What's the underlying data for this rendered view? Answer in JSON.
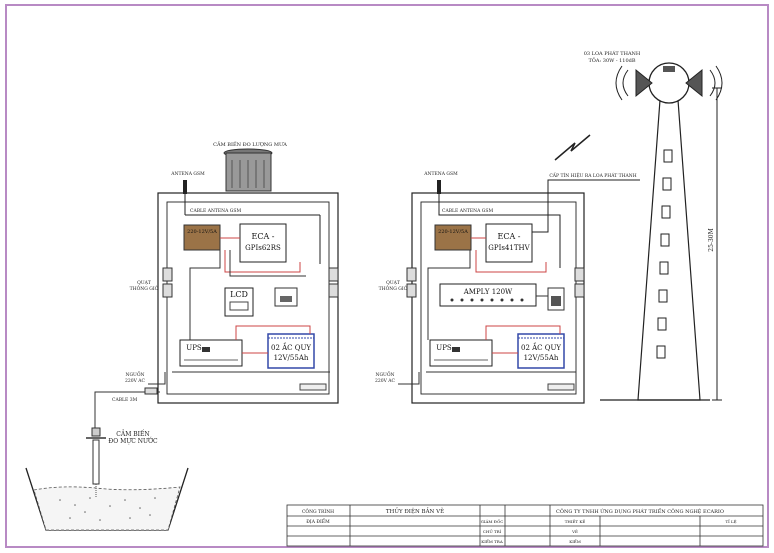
{
  "labels": {
    "rain_sensor": "CẢM BIẾN ĐO LƯỢNG MƯA",
    "antenna_left": "ANTENA GSM",
    "antenna_right": "ANTENA GSM",
    "cable_antenna_left": "CABLE ANTENA GSM",
    "cable_antenna_right": "CABLE ANTENA GSM",
    "psu_left": "220-12V/5A",
    "psu_right": "220-12V/5A",
    "eca_left_l1": "ECA -",
    "eca_left_l2": "GPIs62RS",
    "eca_right_l1": "ECA -",
    "eca_right_l2": "GPIs41THV",
    "lcd": "LCD",
    "ups_left": "UPS",
    "ups_right": "UPS",
    "battery_left_l1": "02 ẮC QUY",
    "battery_left_l2": "12V/55Ah",
    "battery_right_l1": "02 ẮC QUY",
    "battery_right_l2": "12V/55Ah",
    "fan_left_l1": "QUẠT",
    "fan_left_l2": "THÔNG GIÓ",
    "fan_right_l1": "QUẠT",
    "fan_right_l2": "THÔNG GIÓ",
    "power_left_l1": "NGUỒN",
    "power_left_l2": "220V AC",
    "power_right_l1": "NGUỒN",
    "power_right_l2": "220V AC",
    "cable_left": "CABLE 3M",
    "water_sensor_l1": "CẢM BIẾN",
    "water_sensor_l2": "ĐO MỰC NƯỚC",
    "amply": "AMPLY 120W",
    "speaker_cable": "CẤP TÍN HIỆU RA LOA PHÁT THANH",
    "speakers_l1": "03 LOA PHÁT THANH",
    "speakers_l2": "TỎA: 30W - 110dB",
    "tower_height": "25-30M"
  },
  "title_block": {
    "project": "THỦY ĐIỆN BẢN VẼ",
    "company": "CÔNG TY TNHH ỨNG DỤNG PHÁT TRIỂN CÔNG NGHỆ ECARIO",
    "c1": "CÔNG TRÌNH",
    "c2": "ĐỊA ĐIỂM",
    "c3": "GIÁM ĐỐC",
    "c4": "CHỦ TRÌ",
    "c5": "KIỂM TRA",
    "c6": "THIẾT KẾ",
    "c7": "VẼ",
    "c8": "KIỂM",
    "c9": "TỈ LỆ"
  }
}
